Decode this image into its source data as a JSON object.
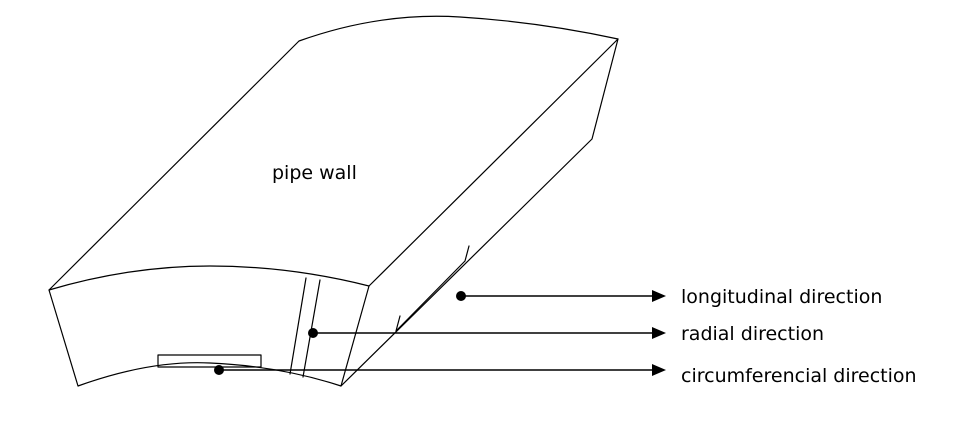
{
  "diagram": {
    "main_label": "pipe wall",
    "arrows": [
      {
        "id": "longitudinal",
        "label": "longitudinal direction"
      },
      {
        "id": "radial",
        "label": "radial direction"
      },
      {
        "id": "circumferencial",
        "label": "circumferencial direction"
      }
    ],
    "colors": {
      "stroke": "#000000",
      "background": "#ffffff"
    }
  }
}
